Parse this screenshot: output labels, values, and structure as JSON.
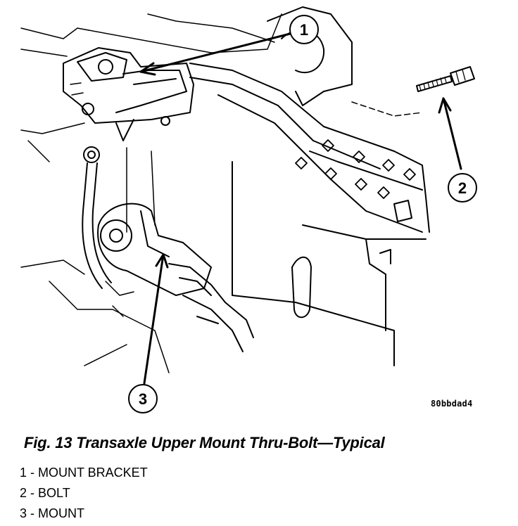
{
  "figure": {
    "image_code": "80bbdad4",
    "caption": "Fig. 13 Transaxle Upper Mount Thru-Bolt—Typical",
    "callouts": [
      "1",
      "2",
      "3"
    ]
  },
  "legend": [
    {
      "text": "1 - MOUNT BRACKET"
    },
    {
      "text": "2 - BOLT"
    },
    {
      "text": "3 - MOUNT"
    }
  ]
}
